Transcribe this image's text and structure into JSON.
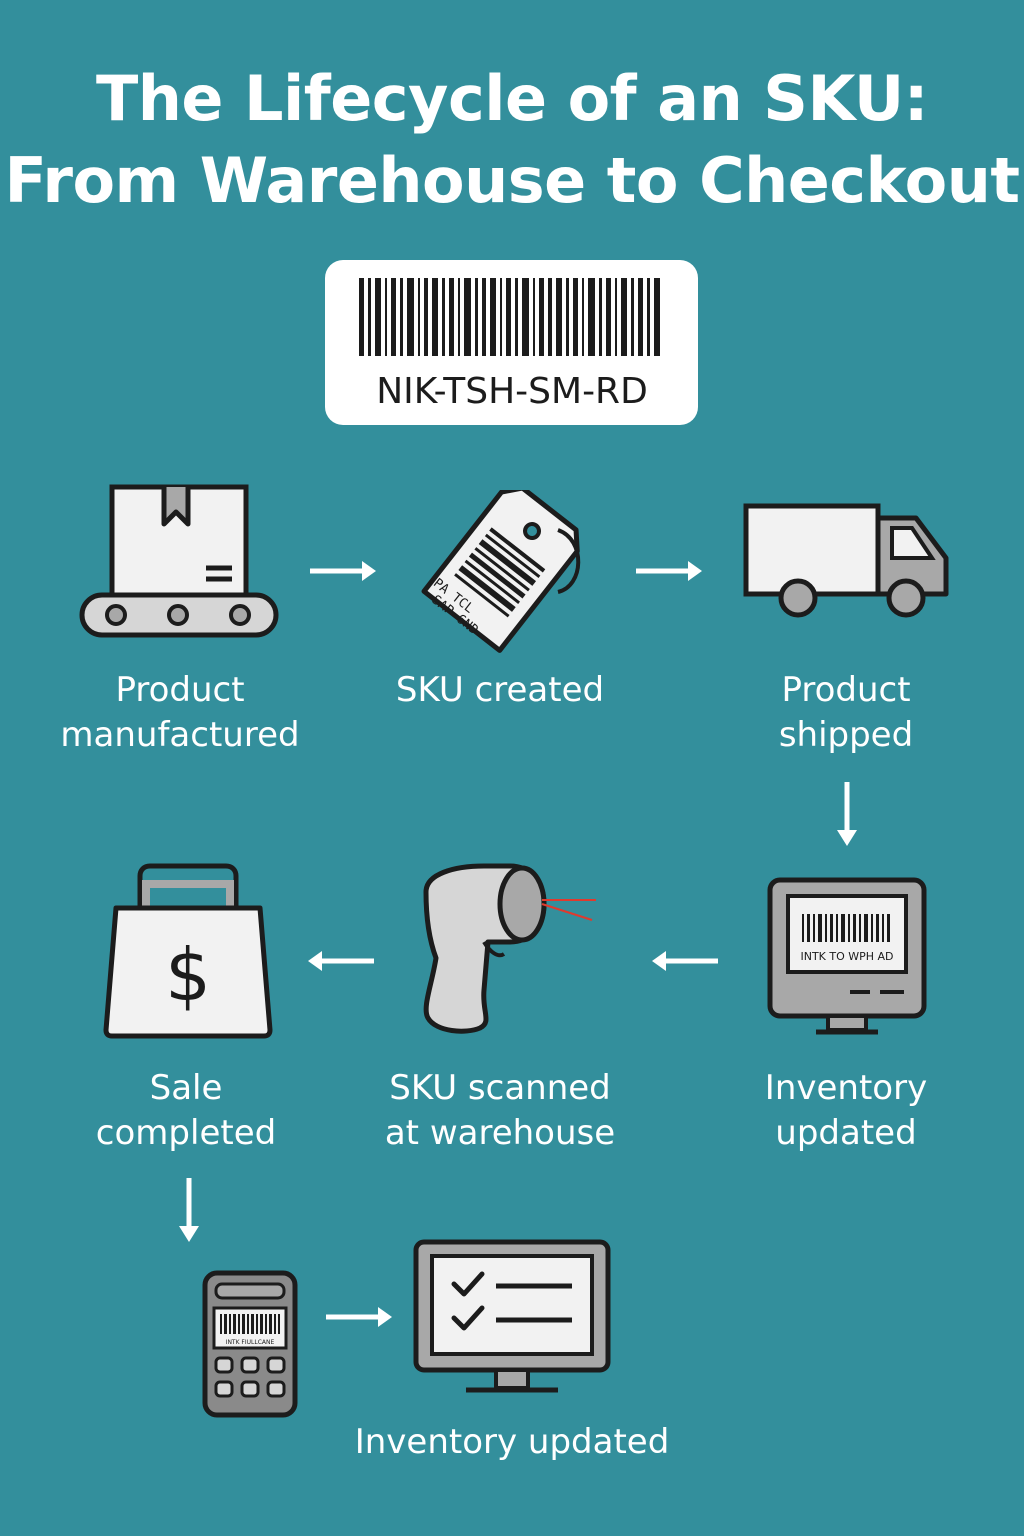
{
  "title": {
    "line1": "The Lifecycle of an SKU:",
    "line2": "From Warehouse to Checkout"
  },
  "sku_code": "NIK-TSH-SM-RD",
  "steps": [
    {
      "id": "manufactured",
      "line1": "Product",
      "line2": "manufactured",
      "icon": "conveyor-box-icon"
    },
    {
      "id": "sku-created",
      "line1": "SKU created",
      "line2": "",
      "icon": "price-tag-icon"
    },
    {
      "id": "shipped",
      "line1": "Product",
      "line2": "shipped",
      "icon": "delivery-truck-icon"
    },
    {
      "id": "inventory-updated",
      "line1": "Inventory",
      "line2": "updated",
      "icon": "barcode-monitor-icon"
    },
    {
      "id": "scanned",
      "line1": "SKU scanned",
      "line2": "at warehouse",
      "icon": "barcode-scanner-icon"
    },
    {
      "id": "sale",
      "line1": "Sale",
      "line2": "completed",
      "icon": "shopping-bag-icon"
    },
    {
      "id": "pos",
      "line1": "",
      "line2": "",
      "icon": "pos-terminal-icon"
    },
    {
      "id": "final-inventory",
      "line1": "Inventory updated",
      "line2": "",
      "icon": "checklist-monitor-icon"
    }
  ],
  "icon_texts": {
    "tag_text_1": "PA TCL",
    "tag_text_2": "SAP 6ND",
    "monitor_barcode_text": "INTK TO WPH AD",
    "pos_barcode_text": "INTK FIULLCANE"
  },
  "colors": {
    "background": "#338f9c",
    "icon_fill": "#f2f2f2",
    "icon_gray": "#a8a8a8",
    "outline": "#1c1c1c",
    "laser": "#e03a2e"
  }
}
